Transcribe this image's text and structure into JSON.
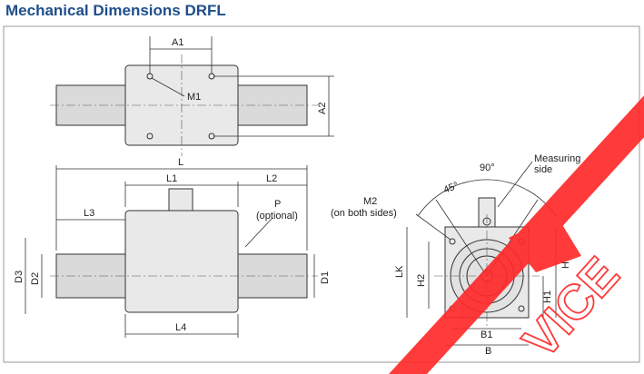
{
  "header": {
    "title": "Mechanical Dimensions",
    "model": "DRFL"
  },
  "top_view": {
    "labels": {
      "a1": "A1",
      "a2": "A2",
      "m1": "M1"
    }
  },
  "side_view": {
    "labels": {
      "l": "L",
      "l1": "L1",
      "l2": "L2",
      "l3": "L3",
      "l4": "L4",
      "p": "P",
      "p_note": "(optional)",
      "d1": "D1",
      "d2": "D2",
      "d3": "D3"
    }
  },
  "front_view": {
    "labels": {
      "angle_90": "90°",
      "angle_45": "45°",
      "measuring": "Measuring",
      "measuring_side": "side",
      "m2": "M2",
      "m2_note": "(on both sides)",
      "lk": "LK",
      "h": "H",
      "h1": "H1",
      "h2": "H2",
      "b": "B",
      "b1": "B1"
    }
  },
  "watermark": {
    "text": "VICE"
  }
}
